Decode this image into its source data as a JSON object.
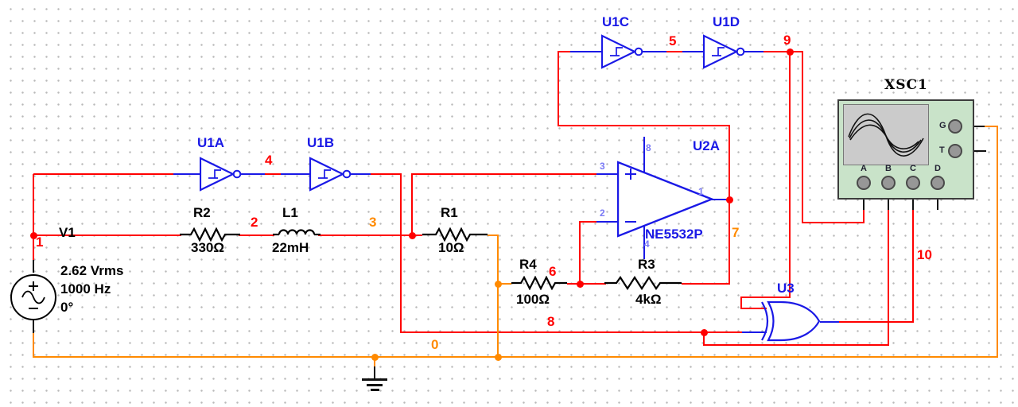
{
  "schematic": {
    "source_v1": {
      "ref": "V1",
      "value_line1": "2.62 Vrms",
      "value_line2": "1000 Hz",
      "value_line3": "0°"
    },
    "resistor_r2": {
      "ref": "R2",
      "value": "330Ω"
    },
    "inductor_l1": {
      "ref": "L1",
      "value": "22mH"
    },
    "resistor_r1": {
      "ref": "R1",
      "value": "10Ω"
    },
    "resistor_r4": {
      "ref": "R4",
      "value": "100Ω"
    },
    "resistor_r3": {
      "ref": "R3",
      "value": "4kΩ"
    },
    "inverter_u1a": {
      "ref": "U1A"
    },
    "inverter_u1b": {
      "ref": "U1B"
    },
    "inverter_u1c": {
      "ref": "U1C"
    },
    "inverter_u1d": {
      "ref": "U1D"
    },
    "opamp_u2a": {
      "ref": "U2A",
      "part": "NE5532P",
      "pins": {
        "noninverting": "3",
        "inverting": "2",
        "output": "1",
        "v_plus": "8",
        "v_minus": "4"
      }
    },
    "xor_u3": {
      "ref": "U3"
    },
    "oscilloscope": {
      "ref": "XSC1",
      "terminals": {
        "g": "G",
        "t": "T",
        "a": "A",
        "b": "B",
        "c": "C",
        "d": "D"
      }
    },
    "net_labels": {
      "n1": {
        "id": "1"
      },
      "n2": {
        "id": "2"
      },
      "n3": {
        "id": "3"
      },
      "n4": {
        "id": "4"
      },
      "n5": {
        "id": "5"
      },
      "n6": {
        "id": "6"
      },
      "n7": {
        "id": "7"
      },
      "n8": {
        "id": "8"
      },
      "n9": {
        "id": "9"
      },
      "n10": {
        "id": "10"
      },
      "n0": {
        "id": "0"
      }
    },
    "colors": {
      "wire_red": "#ff0000",
      "wire_orange": "#ff8a00",
      "device_blue": "#1a19e6",
      "pin_number_blue": "#7a7af5",
      "scope_body_green": "#c9e3c9",
      "scope_screen_gray": "#cbcbcb"
    }
  }
}
